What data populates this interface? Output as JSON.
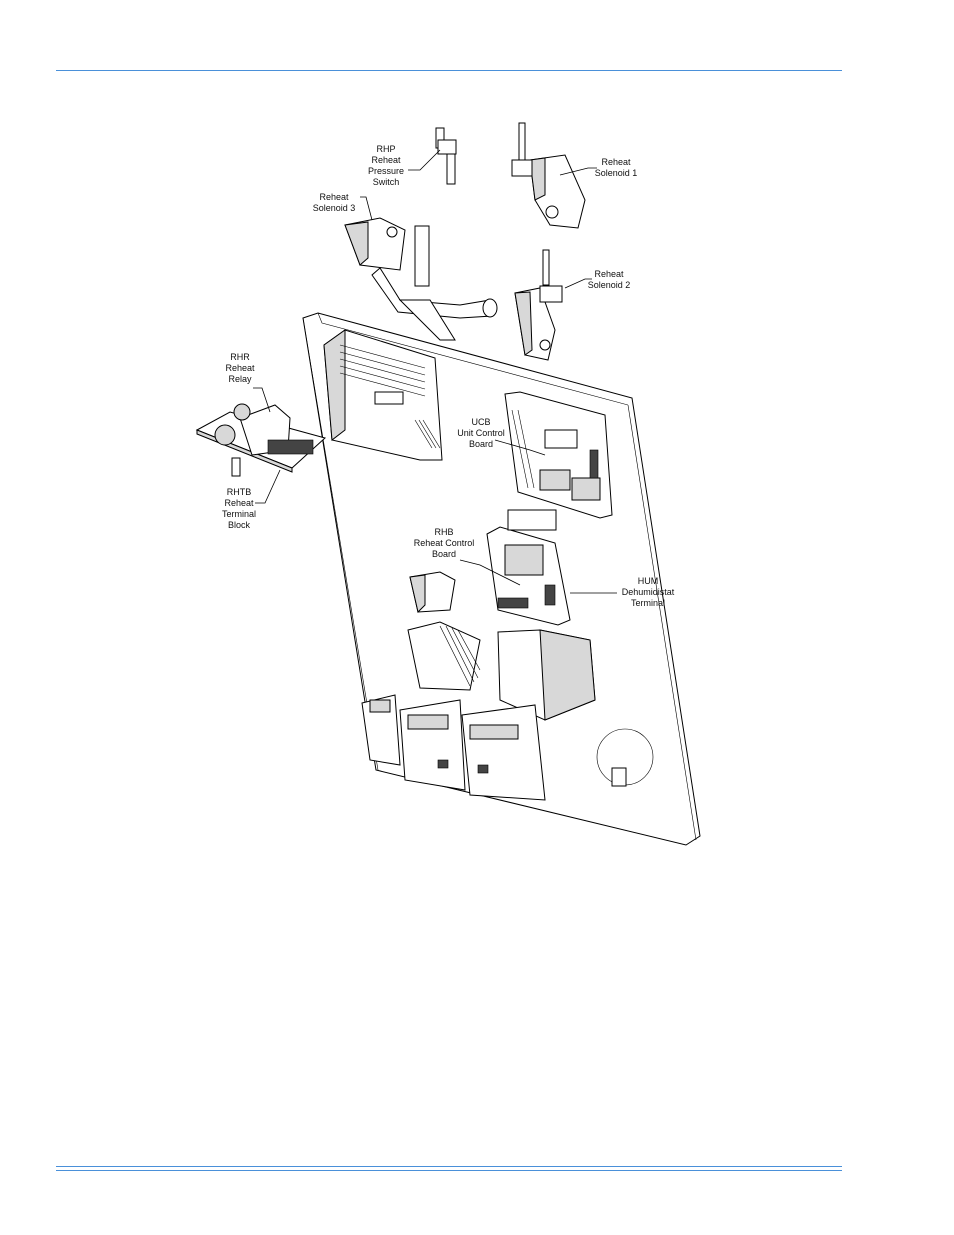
{
  "header": {
    "rule_color": "#4a90d9"
  },
  "footer": {
    "rule_color": "#4a90d9"
  },
  "labels": {
    "rhp": "RHP\nReheat\nPressure\nSwitch",
    "solenoid1": "Reheat\nSolenoid 1",
    "solenoid3": "Reheat\nSolenoid 3",
    "solenoid2": "Reheat\nSolenoid 2",
    "rhr": "RHR\nReheat\nRelay",
    "rhtb": "RHTB\nReheat\nTerminal\nBlock",
    "ucb": "UCB\nUnit Control\nBoard",
    "rhb": "RHB\nReheat Control\nBoard",
    "hum": "HUM\nDehumidistat\nTerminal"
  }
}
